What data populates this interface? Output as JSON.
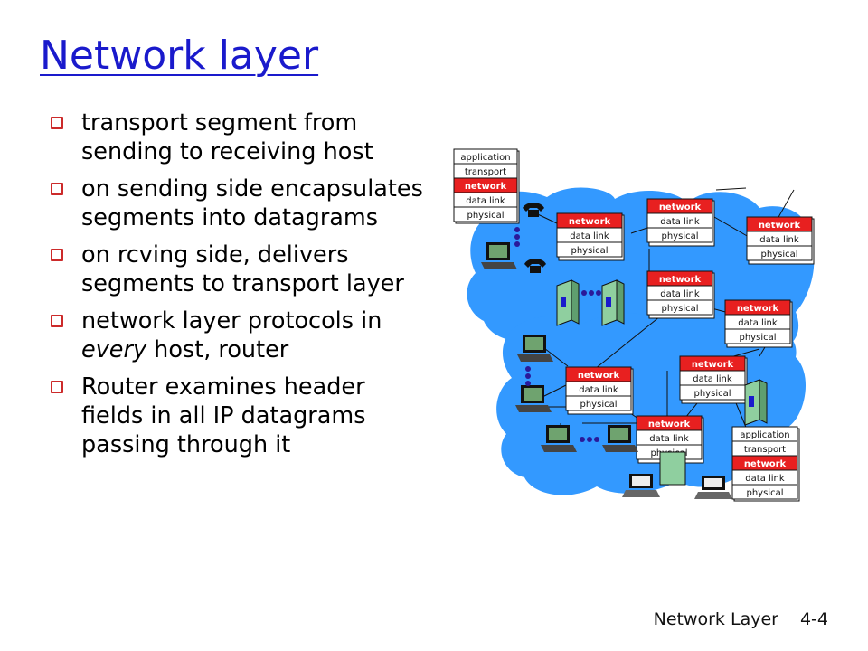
{
  "slide": {
    "title": "Network layer",
    "bullets": [
      "transport segment from sending to receiving host",
      "on sending side encapsulates segments into datagrams",
      "on rcving side, delivers segments to transport layer",
      "network layer protocols in every host, router",
      "Router examines header fields in all IP datagrams passing through it"
    ],
    "emphasis_word": "every",
    "footer": {
      "label": "Network Layer",
      "page": "4-4"
    }
  },
  "diagram": {
    "stack_labels": {
      "application": "application",
      "transport": "transport",
      "network": "network",
      "data_link": "data link",
      "physical": "physical"
    },
    "colors": {
      "network_layer": "#e82020",
      "cloud": "#3399ff",
      "title": "#1a1acc",
      "bullet": "#cc2a2a"
    }
  }
}
